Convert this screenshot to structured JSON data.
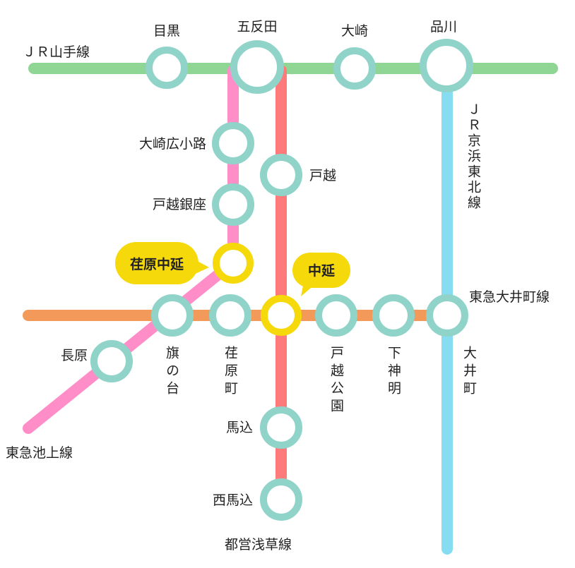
{
  "lines": {
    "yamanote": {
      "name": "ＪＲ山手線",
      "color": "#8fd694"
    },
    "ikegami": {
      "name": "東急池上線",
      "color": "#ff8ec8"
    },
    "asakusa": {
      "name": "都営浅草線",
      "color": "#ff7b7b"
    },
    "keihin": {
      "name": "ＪＲ京浜東北線",
      "color": "#86ddf2"
    },
    "oimachi": {
      "name": "東急大井町線",
      "color": "#f39a5a"
    }
  },
  "stations": {
    "meguro": "目黒",
    "gotanda": "五反田",
    "osaki": "大崎",
    "shinagawa": "品川",
    "osaki_hirokoji": "大崎広小路",
    "togoshi_ginza": "戸越銀座",
    "ebara_nakanobu": "荏原中延",
    "togoshi": "戸越",
    "nakanobu": "中延",
    "hatanodai": "旗の台",
    "ebaramachi": "荏原町",
    "togoshi_koen": "戸越公園",
    "shimoshinmei": "下神明",
    "oimachi": "大井町",
    "nagahara": "長原",
    "magome": "馬込",
    "nishi_magome": "西馬込"
  },
  "colors": {
    "station_ring": "#8fd3c9",
    "transfer_highlight": "#f5d90a",
    "text": "#222222"
  }
}
